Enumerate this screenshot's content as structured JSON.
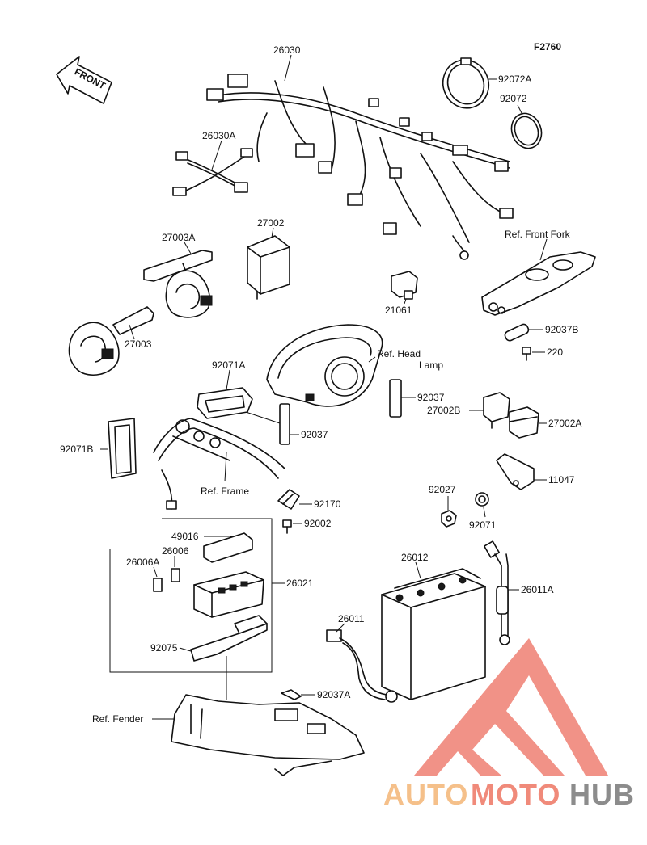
{
  "figure_code": "F2760",
  "front_arrow_label": "FRONT",
  "watermark": {
    "part1": "AUTO",
    "part2": "MOTO",
    "part3": "HUB",
    "colors": {
      "auto": "#f5c08a",
      "moto": "#f08a7a",
      "hub": "#8c8c8c",
      "logo": "#ef7f72"
    }
  },
  "labels": {
    "p26030": "26030",
    "p26030A": "26030A",
    "p92072A": "92072A",
    "p92072": "92072",
    "p27002": "27002",
    "p27003A": "27003A",
    "p27003": "27003",
    "p21061": "21061",
    "ref_front_fork": "Ref. Front Fork",
    "p92037B": "92037B",
    "p220": "220",
    "ref_head_lamp_1": "Ref. Head",
    "ref_head_lamp_2": "Lamp",
    "p92071A": "92071A",
    "p92037_a": "92037",
    "p92037_b": "92037",
    "p27002B": "27002B",
    "p27002A": "27002A",
    "p92071B": "92071B",
    "ref_frame": "Ref. Frame",
    "p11047": "11047",
    "p92027": "92027",
    "p92071": "92071",
    "p92170": "92170",
    "p92002": "92002",
    "p49016": "49016",
    "p26006": "26006",
    "p26006A": "26006A",
    "p26021": "26021",
    "p26012": "26012",
    "p26011A": "26011A",
    "p26011": "26011",
    "p92075": "92075",
    "p92037A": "92037A",
    "ref_fender": "Ref. Fender"
  }
}
